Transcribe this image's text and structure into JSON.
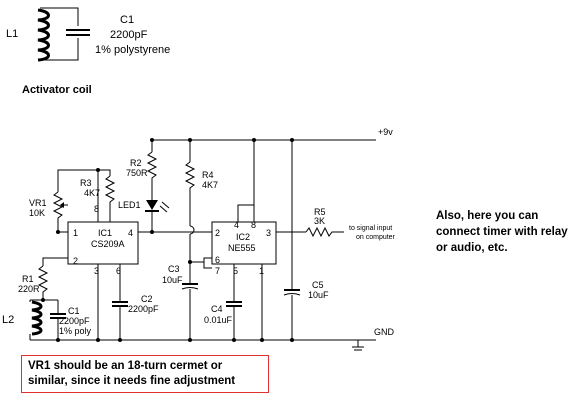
{
  "activator": {
    "coil_label": "L1",
    "cap_name": "C1",
    "cap_value": "2200pF",
    "cap_type": "1% polystyrene",
    "caption": "Activator coil"
  },
  "rails": {
    "vcc": "+9v",
    "gnd": "GND"
  },
  "components": {
    "vr1": {
      "name": "VR1",
      "value": "10K"
    },
    "r3": {
      "name": "R3",
      "value": "4K7"
    },
    "r1": {
      "name": "R1",
      "value": "220R"
    },
    "l2": {
      "name": "L2"
    },
    "c1": {
      "name": "C1",
      "value": "2200pF",
      "type": "1% poly"
    },
    "ic1": {
      "name": "IC1",
      "part": "CS209A",
      "pins": [
        "1",
        "2",
        "3",
        "4",
        "6",
        "8"
      ]
    },
    "c2": {
      "name": "C2",
      "value": "2200pF"
    },
    "r2": {
      "name": "R2",
      "value": "750R"
    },
    "led1": {
      "name": "LED1"
    },
    "r4": {
      "name": "R4",
      "value": "4K7"
    },
    "c3": {
      "name": "C3",
      "value": "10uF"
    },
    "ic2": {
      "name": "IC2",
      "part": "NE555",
      "pins": [
        "1",
        "2",
        "3",
        "4",
        "5",
        "6",
        "7",
        "8"
      ]
    },
    "c4": {
      "name": "C4",
      "value": "0.01uF"
    },
    "r5": {
      "name": "R5",
      "value": "3K"
    },
    "c5": {
      "name": "C5",
      "value": "10uF"
    },
    "output": {
      "line1": "to signal input",
      "line2": "on computer"
    }
  },
  "notes": {
    "right": "Also, here you can connect timer with relay or audio, etc.",
    "boxed": "VR1 should be an 18-turn cermet or similar, since it needs fine adjustment",
    "box_border_color": "#e03030"
  }
}
